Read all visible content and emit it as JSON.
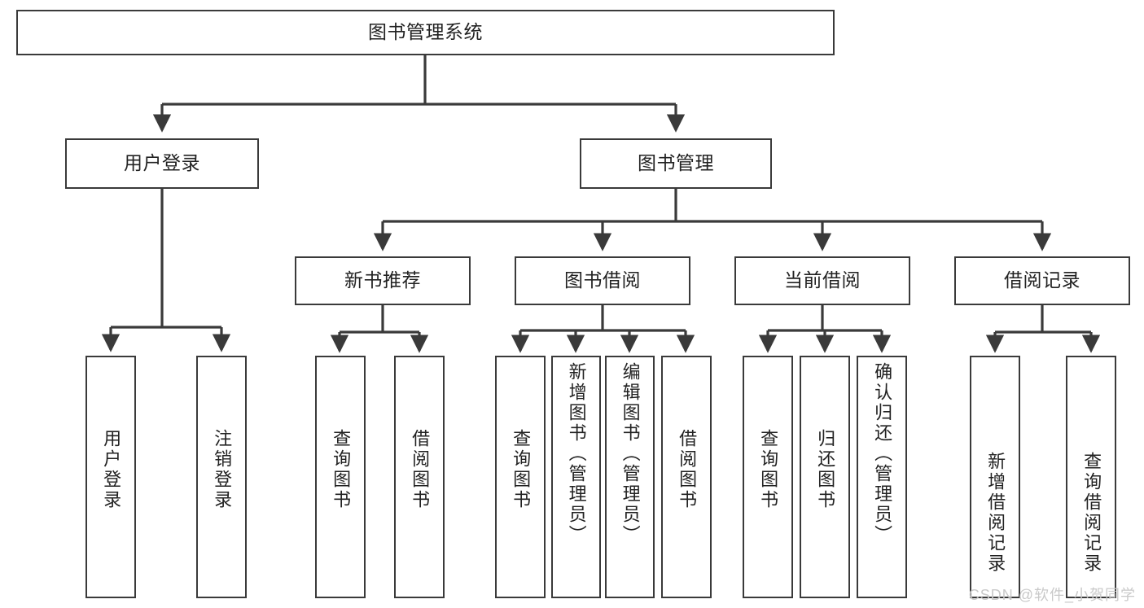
{
  "diagram": {
    "title": "图书管理系统",
    "type": "tree",
    "watermark": "CSDN @软件_小贺同学",
    "colors": {
      "box_border": "#3a3a3a",
      "box_fill": "#ffffff",
      "connector": "#3a3a3a",
      "text": "#222222",
      "watermark": "#c9c9c9"
    },
    "root": {
      "label": "图书管理系统"
    },
    "level2": [
      {
        "label": "用户登录"
      },
      {
        "label": "图书管理"
      }
    ],
    "level3": [
      {
        "label": "新书推荐"
      },
      {
        "label": "图书借阅"
      },
      {
        "label": "当前借阅"
      },
      {
        "label": "借阅记录"
      }
    ],
    "leaves": {
      "user_login": [
        {
          "label": "用户登录"
        },
        {
          "label": "注销登录"
        }
      ],
      "new_book": [
        {
          "label": "查询图书"
        },
        {
          "label": "借阅图书"
        }
      ],
      "book_borrow": [
        {
          "label": "查询图书"
        },
        {
          "label": "新增图书（管理员）"
        },
        {
          "label": "编辑图书（管理员）"
        },
        {
          "label": "借阅图书"
        }
      ],
      "current_borrow": [
        {
          "label": "查询图书"
        },
        {
          "label": "归还图书"
        },
        {
          "label": "确认归还（管理员）"
        }
      ],
      "borrow_record": [
        {
          "label": "新增借阅记录"
        },
        {
          "label": "查询借阅记录"
        }
      ]
    }
  }
}
